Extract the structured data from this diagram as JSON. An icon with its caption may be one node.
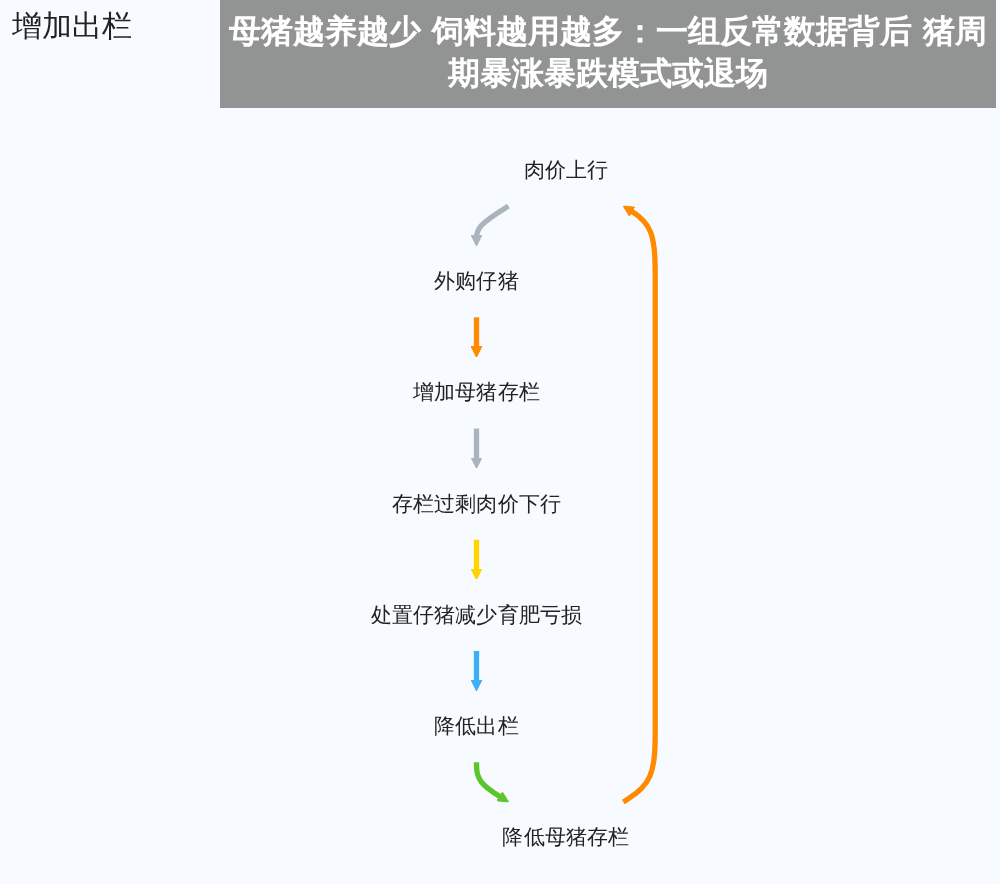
{
  "diagram": {
    "title": "母猪越养越少 饲料越用越多：一组反常数据背后 猪周期暴涨暴跌模式或退场",
    "nodes": [
      {
        "text": [
          "肉价上行"
        ]
      },
      {
        "text": [
          "外购仔猪"
        ]
      },
      {
        "text": [
          "降低母猪存栏"
        ]
      },
      {
        "text": [
          "增加母猪存栏"
        ]
      },
      {
        "text": [
          "降低出栏"
        ]
      },
      {
        "text": [
          "存栏过剩肉价下行"
        ]
      },
      {
        "text": [
          "处置仔猪减少育肥亏损"
        ]
      }
    ],
    "edges": [
      {
        "from": 0,
        "to": 1,
        "arrow": "to",
        "color": "#a9b4bd"
      },
      {
        "from": 1,
        "to": 3,
        "arrow": "to",
        "color": "#ff8a00"
      },
      {
        "from": 3,
        "to": 5,
        "arrow": "to",
        "color": "#a9b4bd"
      },
      {
        "from": 5,
        "to": 6,
        "arrow": "to",
        "color": "#ffd400"
      },
      {
        "from": 6,
        "to": 4,
        "arrow": "to",
        "color": "#3cb0f7"
      },
      {
        "from": 4,
        "to": 2,
        "arrow": "to",
        "color": "#5ac62e"
      },
      {
        "from": 2,
        "to": 0,
        "arrow": "to",
        "color": "#ff8a00"
      }
    ],
    "labels": [
      "增加出栏"
    ]
  }
}
